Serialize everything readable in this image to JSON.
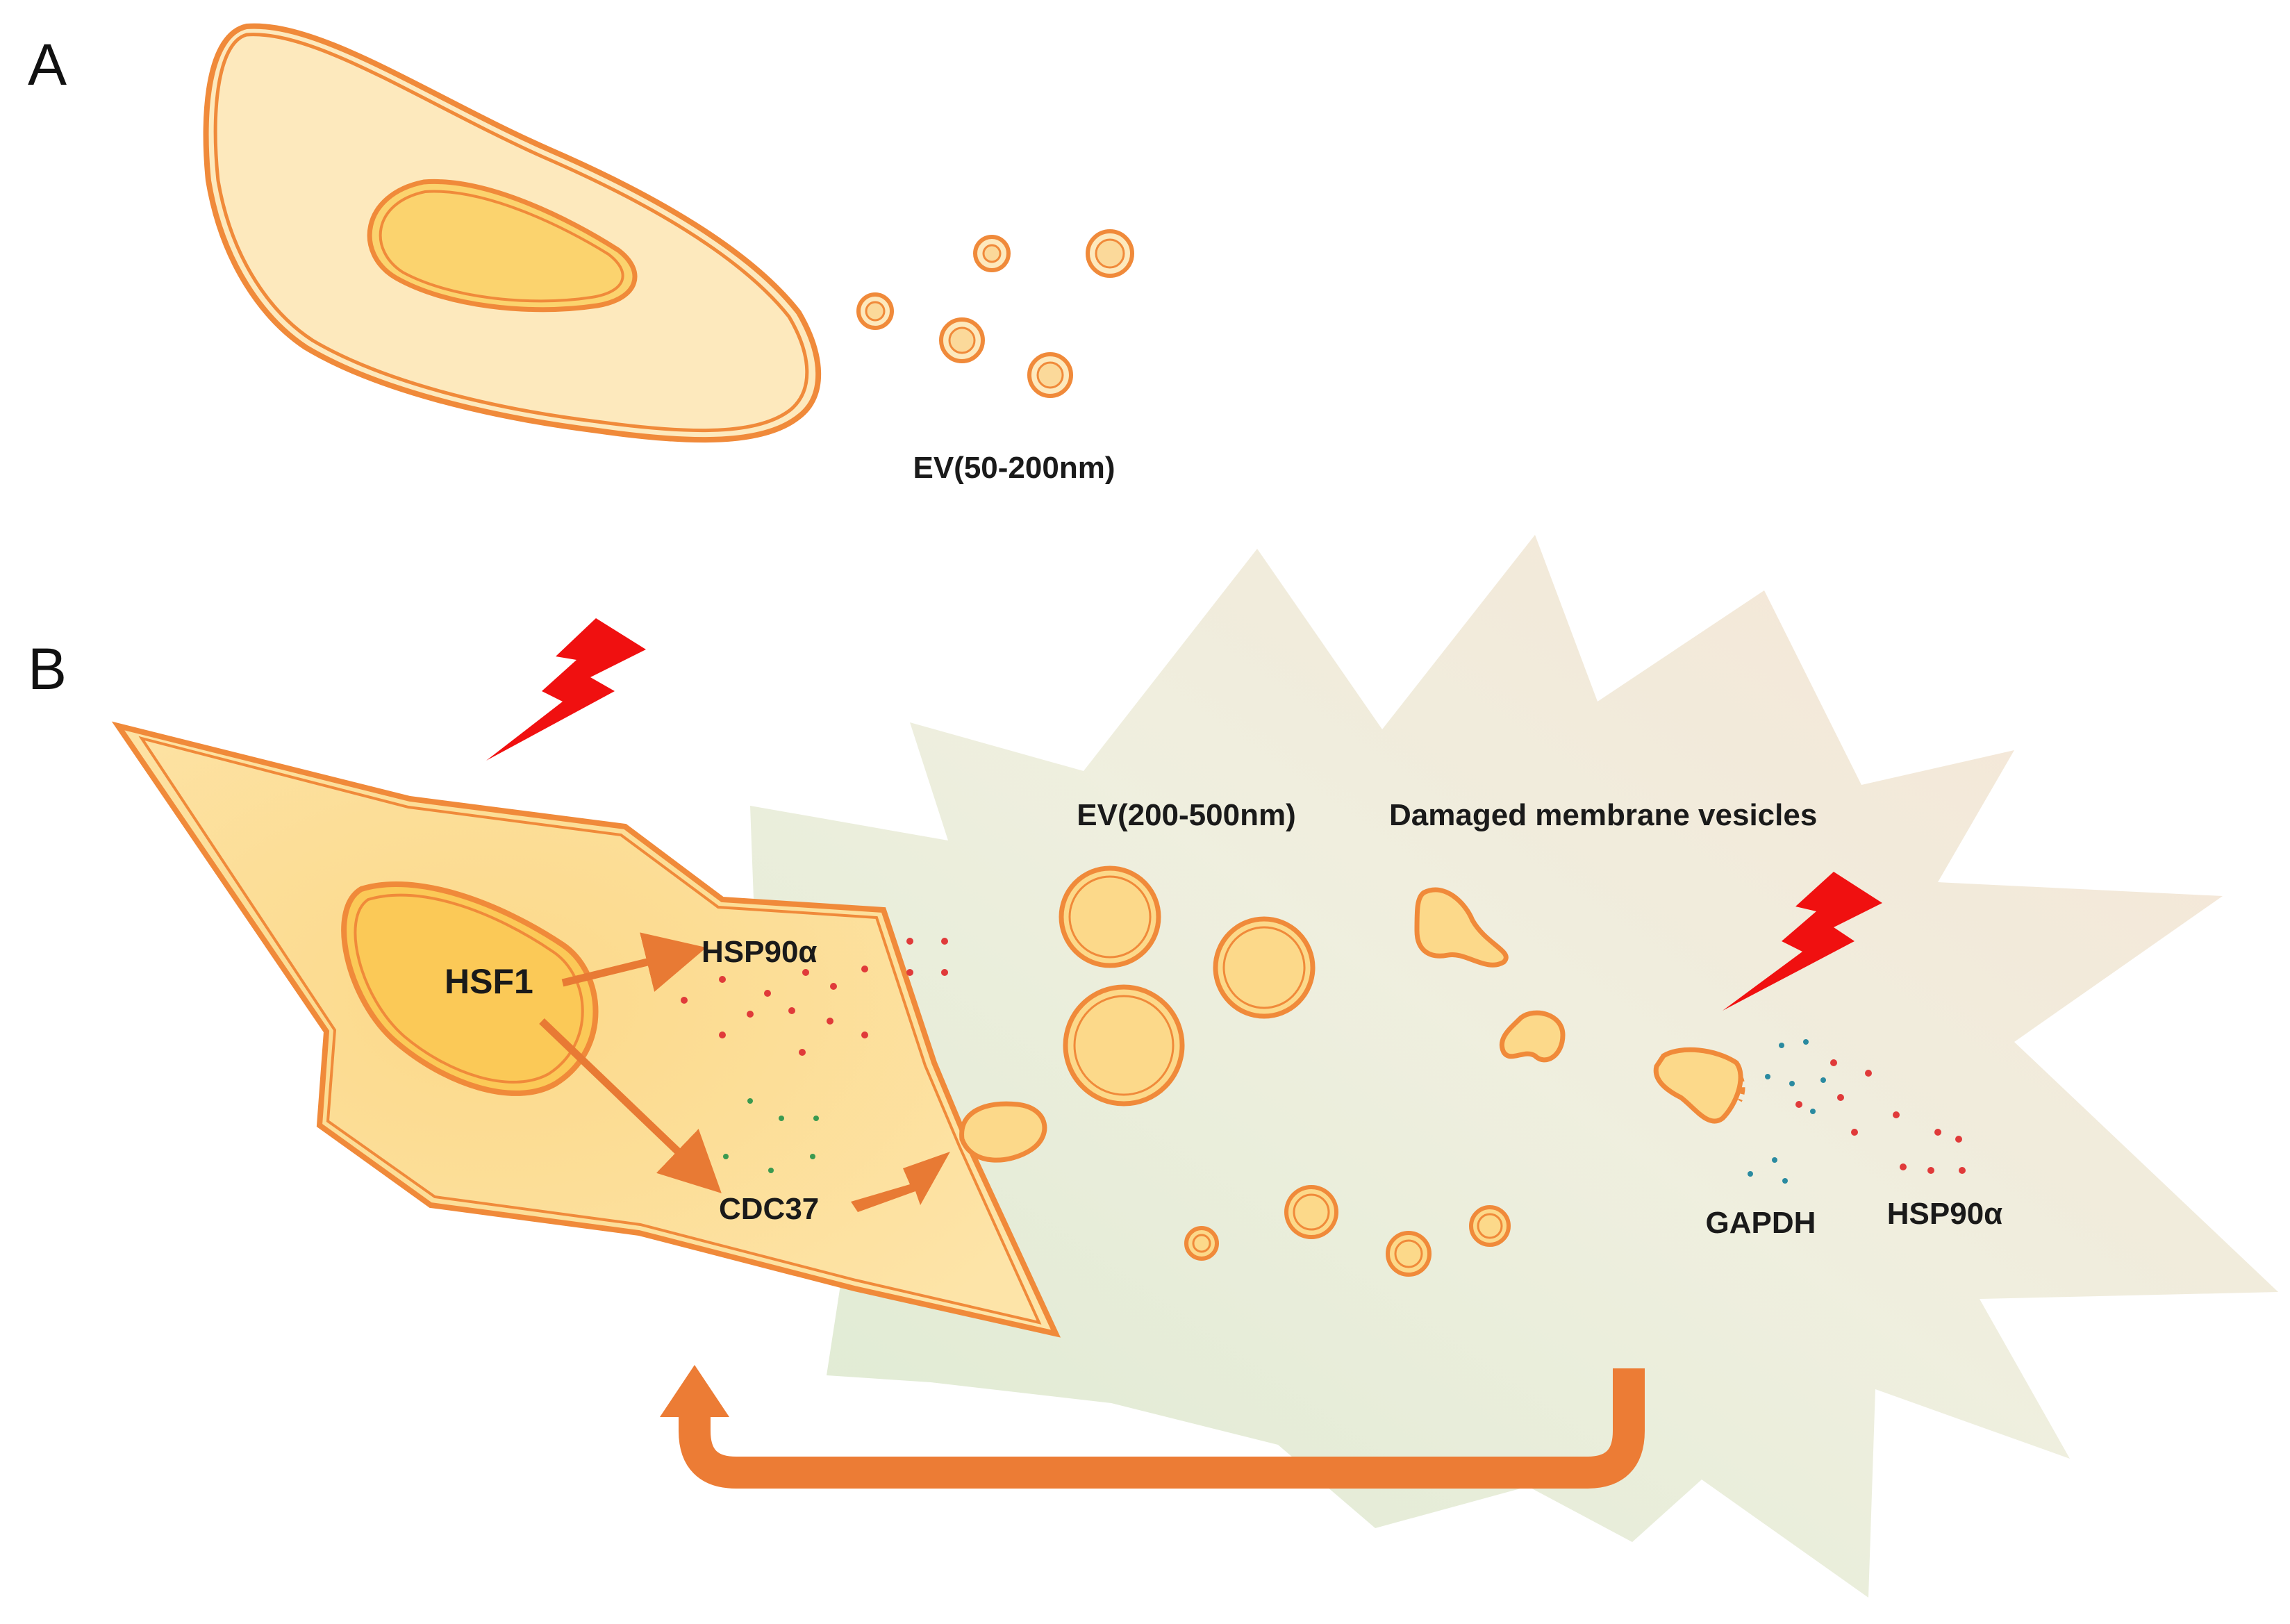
{
  "panel_a": {
    "letter": "A",
    "ev_label": "EV(50-200nm)"
  },
  "panel_b": {
    "letter": "B",
    "hsf1": "HSF1",
    "hsp90a_cell": "HSP90α",
    "cdc37": "CDC37",
    "ev_label": "EV(200-500nm)",
    "damaged_label": "Damaged membrane vesicles",
    "gapdh": "GAPDH",
    "hsp90a_out": "HSP90α"
  },
  "colors": {
    "membrane": "#f08a3a",
    "cell_fill": "#fde9bd",
    "nucleus_fill": "#fbd36e",
    "cell_b_fill": "#fcd98a",
    "lightning": "#f01010",
    "arrow": "#f07a30",
    "dot_red": "#e03a3a",
    "dot_green": "#3a9a50",
    "dot_blue": "#2a8aa0"
  }
}
